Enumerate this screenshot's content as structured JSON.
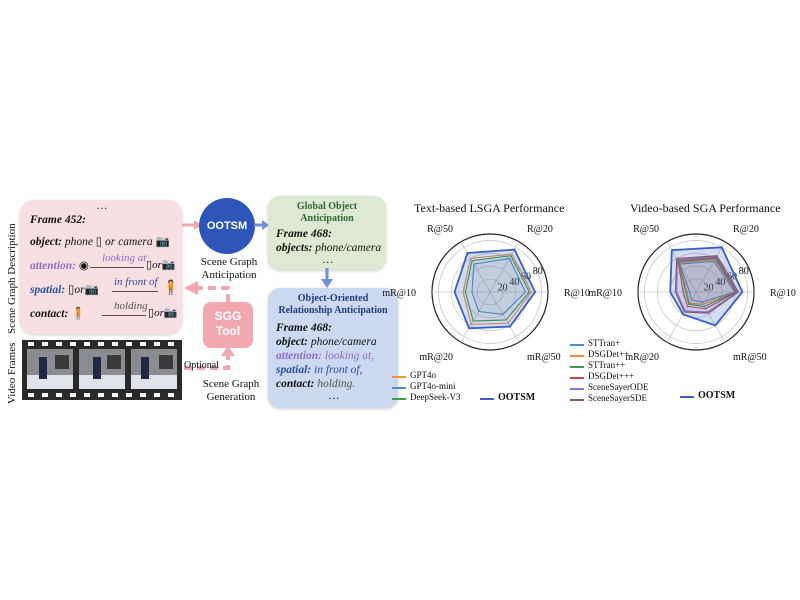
{
  "left_labels": {
    "scene_graph_description": "Scene Graph Description",
    "video_frames": "Video Frames"
  },
  "pink_box": {
    "ellipsis": "…",
    "frame": "Frame 452:",
    "object_key": "object:",
    "object_val": "phone",
    "or_camera": "or camera",
    "attention_key": "attention:",
    "attention_rel": "looking at",
    "or_text": "or",
    "spatial_key": "spatial:",
    "spatial_rel": "in front of",
    "contact_key": "contact:",
    "contact_rel": "holding"
  },
  "center": {
    "ootsm": "OOTSM",
    "scene_graph_anticipation": "Scene Graph\nAnticipation",
    "sgg_tool": "SGG\nTool",
    "optional": "Optional",
    "scene_graph_generation": "Scene Graph\nGeneration"
  },
  "green_box": {
    "title": "Global Object\nAnticipation",
    "frame": "Frame 468:",
    "objects_key": "objects:",
    "objects_val": "phone/camera",
    "ellipsis": "…"
  },
  "blue_box": {
    "title": "Object-Oriented\nRelationship Anticipation",
    "frame": "Frame 468:",
    "object_key": "object:",
    "object_val": "phone/camera",
    "attention_key": "attention:",
    "attention_val": "looking at,",
    "spatial_key": "spatial:",
    "spatial_val": "in front of,",
    "contact_key": "contact:",
    "contact_val": "holding.",
    "ellipsis": "…"
  },
  "colors": {
    "pink_box": "#f8dfe2",
    "green_box": "#dde9d3",
    "blue_box": "#ccd9f0",
    "ootsm_blue": "#2e55b8",
    "sgg_pink": "#f2a8b0",
    "attention_purple": "#8e6fc7",
    "spatial_blue": "#2b4fa0"
  },
  "chart_data": [
    {
      "type": "radar",
      "title": "Text-based LSGA Performance",
      "axes": [
        "R@10",
        "R@20",
        "R@50",
        "mR@10",
        "mR@20",
        "mR@50"
      ],
      "ticks": [
        20,
        40,
        60,
        80
      ],
      "rmax": 90,
      "series": [
        {
          "name": "GPT4o",
          "color": "#e8943a",
          "values": [
            64,
            68,
            60,
            42,
            58,
            56
          ]
        },
        {
          "name": "GPT4o-mini",
          "color": "#4a8fc9",
          "values": [
            55,
            60,
            50,
            28,
            35,
            40
          ]
        },
        {
          "name": "DeepSeek-V3",
          "color": "#3f9a4a",
          "values": [
            61,
            65,
            56,
            38,
            52,
            50
          ]
        },
        {
          "name": "OOTSM",
          "color": "#3a5fc8",
          "values": [
            70,
            76,
            70,
            55,
            65,
            62
          ]
        }
      ]
    },
    {
      "type": "radar",
      "title": "Video-based SGA Performance",
      "axes": [
        "R@10",
        "R@20",
        "R@50",
        "mR@10",
        "mR@20",
        "mR@50"
      ],
      "ticks": [
        20,
        40,
        60,
        80
      ],
      "rmax": 90,
      "series": [
        {
          "name": "STTran+",
          "color": "#4a8fc9",
          "values": [
            60,
            55,
            50,
            10,
            14,
            18
          ]
        },
        {
          "name": "DSGDet++",
          "color": "#e8943a",
          "values": [
            62,
            58,
            52,
            14,
            20,
            22
          ]
        },
        {
          "name": "STTran++",
          "color": "#3f9a4a",
          "values": [
            62,
            60,
            54,
            16,
            22,
            26
          ]
        },
        {
          "name": "DSGDet+++",
          "color": "#c9484a",
          "values": [
            63,
            62,
            56,
            20,
            26,
            30
          ]
        },
        {
          "name": "SceneSayerODE",
          "color": "#9a6fcf",
          "values": [
            65,
            64,
            58,
            30,
            34,
            36
          ]
        },
        {
          "name": "SceneSayerSDE",
          "color": "#8c5c4a",
          "values": [
            66,
            65,
            60,
            32,
            36,
            38
          ]
        },
        {
          "name": "OOTSM",
          "color": "#3a5fc8",
          "values": [
            72,
            80,
            75,
            40,
            40,
            60
          ]
        }
      ]
    }
  ]
}
